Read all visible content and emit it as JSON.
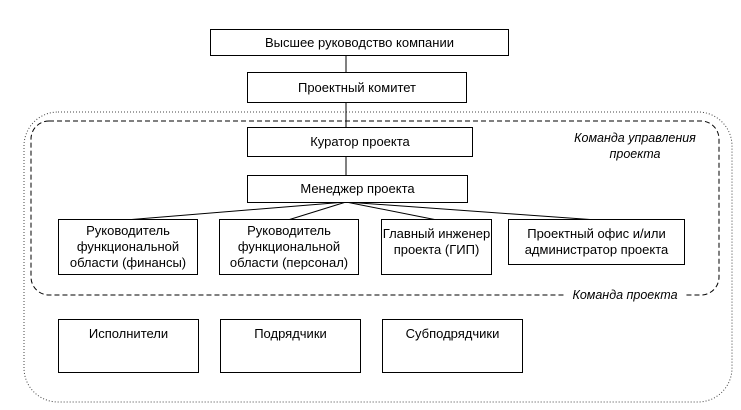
{
  "nodes": {
    "top_management": "Высшее руководство компании",
    "project_committee": "Проектный комитет",
    "project_curator": "Куратор проекта",
    "project_manager": "Менеджер проекта",
    "head_finance": "Руководитель\nфункциональной\nобласти (финансы)",
    "head_personnel": "Руководитель\nфункциональной\nобласти (персонал)",
    "chief_engineer": "Главный инженер\nпроекта (ГИП)",
    "project_office": "Проектный офис и/или\nадминистратор проекта",
    "executors": "Исполнители",
    "contractors": "Подрядчики",
    "subcontractors": "Субподрядчики"
  },
  "groups": {
    "management_team": "Команда управления\nпроекта",
    "project_team": "Команда проекта"
  }
}
